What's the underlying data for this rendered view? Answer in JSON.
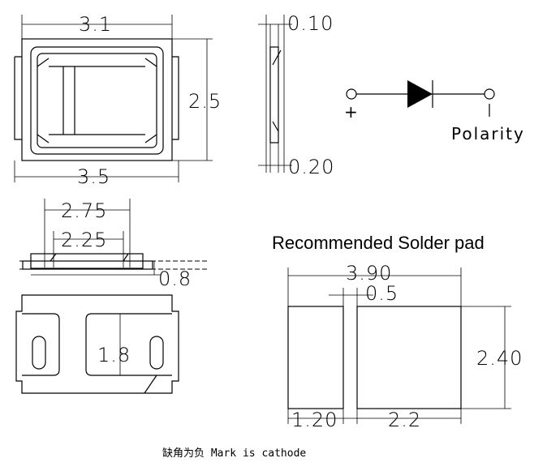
{
  "dimensions": {
    "top_width": "3.1",
    "height": "2.5",
    "bottom_width": "3.5",
    "side_top": "0.10",
    "side_bottom": "0.20",
    "pad_outer": "2.75",
    "pad_inner": "2.25",
    "thickness": "0.8",
    "bottom_pad_height": "1.8"
  },
  "polarity": {
    "plus": "+",
    "label": "Polarity"
  },
  "solder": {
    "title": "Recommended Solder pad",
    "total_width": "3.90",
    "gap": "0.5",
    "pad_height": "2.40",
    "left_pad_width": "1.20",
    "right_pad_width": "2.2"
  },
  "note": "缺角为负  Mark is cathode"
}
